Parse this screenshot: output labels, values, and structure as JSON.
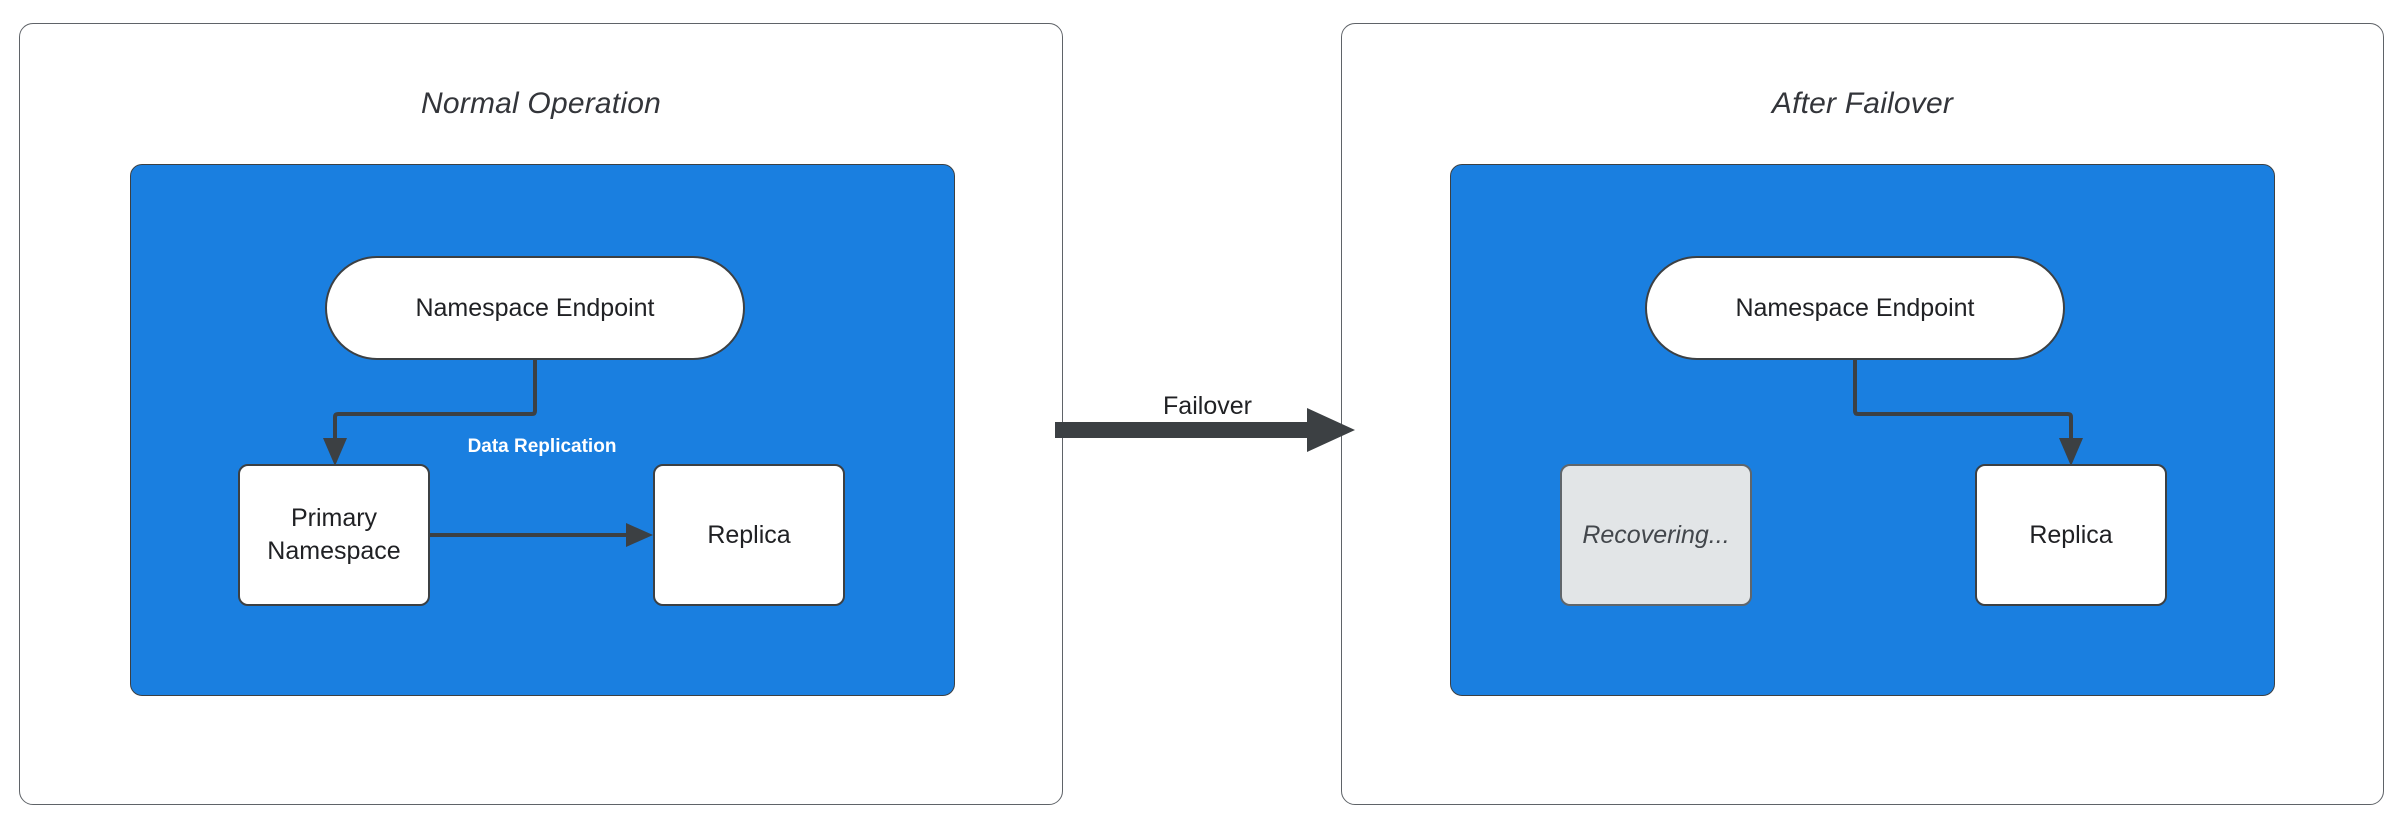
{
  "diagram": {
    "title_hidden": "",
    "background": "#ffffff",
    "accent_blue": "#1a7fe0",
    "stroke_dark": "#3c4043",
    "recovering_fill": "#e2e5e7"
  },
  "panels": [
    {
      "id": "normal-operation",
      "title": "Normal Operation",
      "nodes": [
        {
          "id": "endpoint",
          "label": "Namespace Endpoint",
          "shape": "pill",
          "fill": "#ffffff"
        },
        {
          "id": "primary",
          "label": "Primary\nNamespace",
          "line1": "Primary",
          "line2": "Namespace",
          "shape": "rect",
          "fill": "#ffffff"
        },
        {
          "id": "replica",
          "label": "Replica",
          "shape": "rect",
          "fill": "#ffffff"
        }
      ],
      "edges": [
        {
          "from": "endpoint",
          "to": "primary",
          "label": ""
        },
        {
          "from": "primary",
          "to": "replica",
          "label": "Data Replication"
        }
      ]
    },
    {
      "id": "after-failover",
      "title": "After Failover",
      "nodes": [
        {
          "id": "endpoint",
          "label": "Namespace Endpoint",
          "shape": "pill",
          "fill": "#ffffff"
        },
        {
          "id": "recovering",
          "label": "Recovering...",
          "shape": "rect",
          "fill": "#e2e5e7",
          "state": "disabled"
        },
        {
          "id": "replica",
          "label": "Replica",
          "shape": "rect",
          "fill": "#ffffff"
        }
      ],
      "edges": [
        {
          "from": "endpoint",
          "to": "replica",
          "label": ""
        }
      ]
    }
  ],
  "transition": {
    "label": "Failover",
    "direction": "left-to-right"
  }
}
